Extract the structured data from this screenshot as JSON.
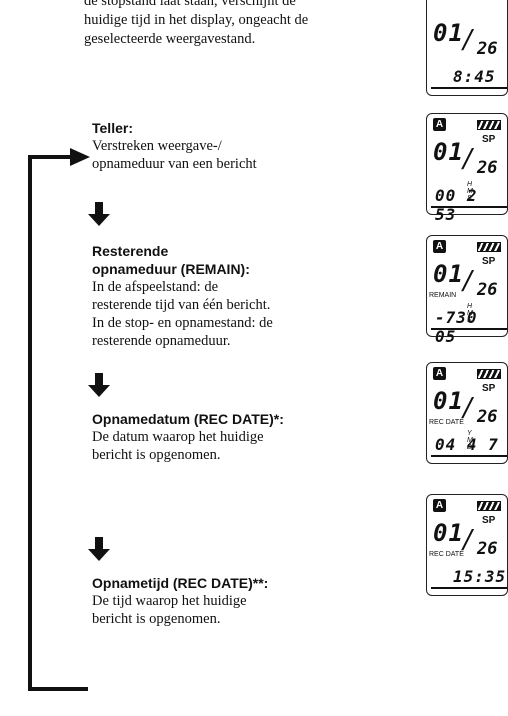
{
  "intro": {
    "line1": "de stopstand laat staan, verschijnt de",
    "line2": "huidige tijd in het display, ongeacht de",
    "line3": "geselecteerde weergavestand."
  },
  "sections": [
    {
      "title": "Teller:",
      "body": [
        "Verstreken weergave-/",
        "opnameduur van een bericht"
      ]
    },
    {
      "title": "Resterende",
      "title2": "opnameduur (REMAIN):",
      "body": [
        "In de afspeelstand: de",
        "resterende tijd van één bericht.",
        "In de stop- en opnamestand: de",
        "resterende opnameduur."
      ]
    },
    {
      "title": "Opnamedatum (REC DATE)*:",
      "body": [
        "De datum waarop het huidige",
        "bericht is opgenomen."
      ]
    },
    {
      "title": "Opnametijd (REC DATE)**:",
      "body": [
        "De tijd waarop het huidige",
        "bericht is opgenomen."
      ]
    }
  ],
  "displays": [
    {
      "badge": "",
      "mode": "",
      "msg": "01",
      "slash": "/",
      "total": "26",
      "small": "",
      "hms": "",
      "line": "8:45"
    },
    {
      "badge": "A",
      "mode": "SP",
      "msg": "01",
      "slash": "/",
      "total": "26",
      "small": "",
      "hms": "H M S",
      "line": "00 2 53"
    },
    {
      "badge": "A",
      "mode": "SP",
      "msg": "01",
      "slash": "/",
      "total": "26",
      "small": "REMAIN",
      "hms": "H M S",
      "line": "-730 05"
    },
    {
      "badge": "A",
      "mode": "SP",
      "msg": "01",
      "slash": "/",
      "total": "26",
      "small": "REC DATE",
      "hms": "Y M D",
      "line": "04 4 7"
    },
    {
      "badge": "A",
      "mode": "SP",
      "msg": "01",
      "slash": "/",
      "total": "26",
      "small": "REC DATE",
      "hms": "",
      "line": "15:35"
    }
  ]
}
